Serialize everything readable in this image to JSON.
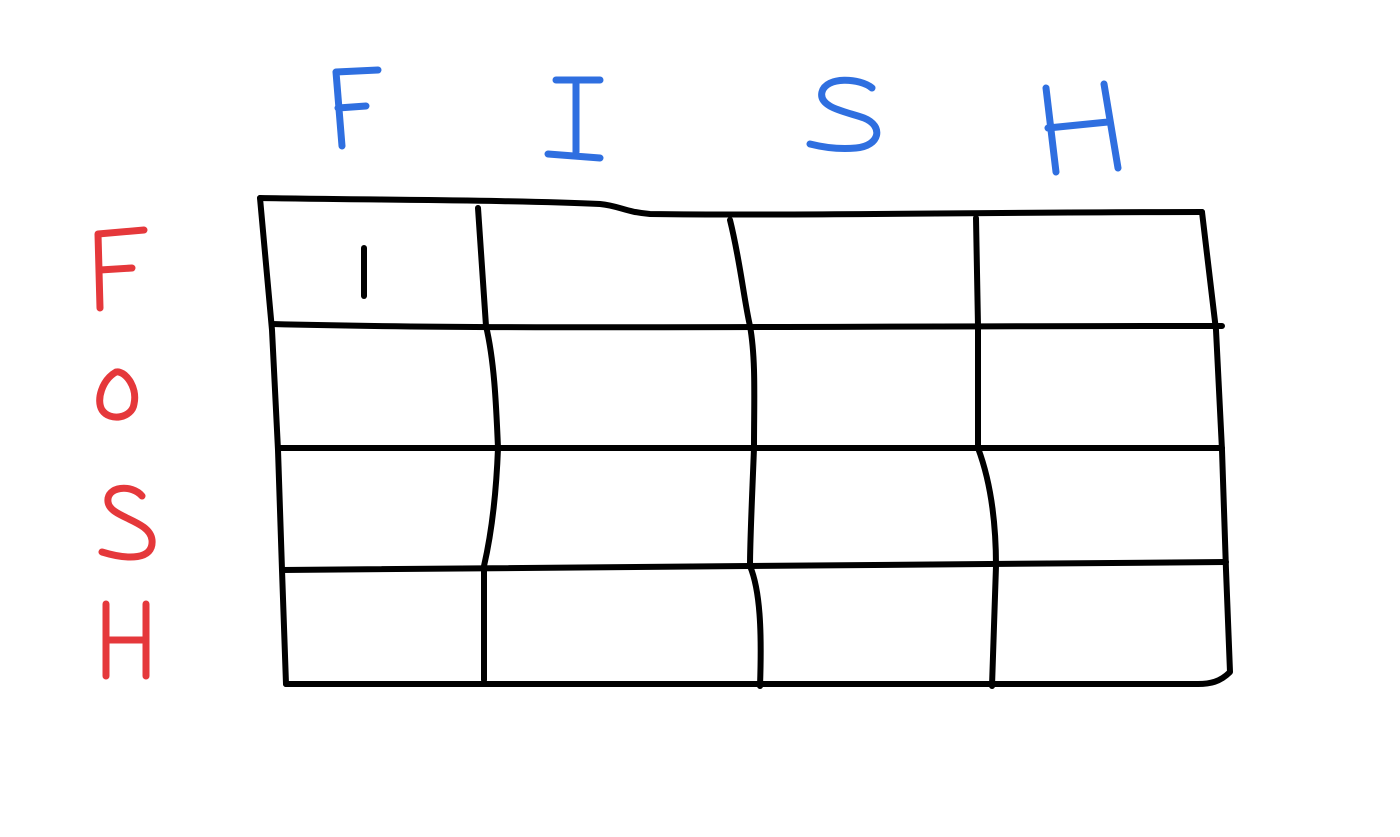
{
  "colors": {
    "top_letters": "#2f6fe0",
    "side_letters": "#e5383b",
    "grid": "#000000"
  },
  "column_headers": [
    "F",
    "I",
    "S",
    "H"
  ],
  "row_headers": [
    "F",
    "O",
    "S",
    "H"
  ],
  "cells": [
    [
      "1",
      "",
      "",
      ""
    ],
    [
      "",
      "",
      "",
      ""
    ],
    [
      "",
      "",
      "",
      ""
    ],
    [
      "",
      "",
      "",
      ""
    ]
  ]
}
